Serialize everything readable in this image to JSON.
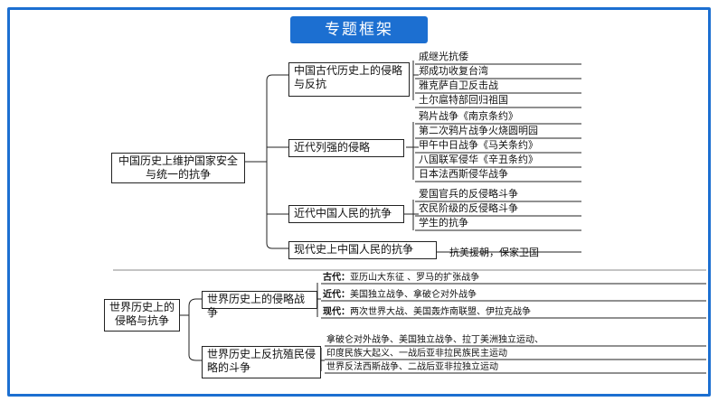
{
  "header": {
    "title": "专题框架"
  },
  "china": {
    "root": "中国历史上维护国家安全与统一的抗争",
    "branches": [
      {
        "label": "中国古代历史上的侵略与反抗",
        "items": [
          "戚继光抗倭",
          "郑成功收复台湾",
          "雅克萨自卫反击战",
          "土尔扈特部回归祖国"
        ]
      },
      {
        "label": "近代列强的侵略",
        "items": [
          "鸦片战争《南京条约》",
          "第二次鸦片战争火烧圆明园",
          "甲午中日战争《马关条约》",
          "八国联军侵华《辛丑条约》",
          "日本法西斯侵华战争"
        ]
      },
      {
        "label": "近代中国人民的抗争",
        "items": [
          "爱国官兵的反侵略斗争",
          "农民阶级的反侵略斗争",
          "学生的抗争"
        ]
      },
      {
        "label": "现代史上中国人民的抗争",
        "items": [
          "抗美援朝，保家卫国"
        ]
      }
    ]
  },
  "world": {
    "root": "世界历史上的侵略与抗争",
    "branches": [
      {
        "label": "世界历史上的侵略战争",
        "items": [
          {
            "prefix": "古代：",
            "text": "亚历山大东征 、罗马的扩张战争"
          },
          {
            "prefix": "近代：",
            "text": "美国独立战争、拿破仑对外战争"
          },
          {
            "prefix": "现代：",
            "text": "两次世界大战、美国轰炸南联盟、伊拉克战争"
          }
        ]
      },
      {
        "label": "世界历史上反抗殖民侵略的斗争",
        "items": [
          {
            "line1": "拿破仑对外战争、美国独立战争、拉丁美洲独立运动、",
            "line2": "印度民族大起义、一战后亚非拉民族民主运动"
          },
          {
            "line1": "世界反法西斯战争、二战后亚非拉独立运动"
          }
        ]
      }
    ]
  }
}
